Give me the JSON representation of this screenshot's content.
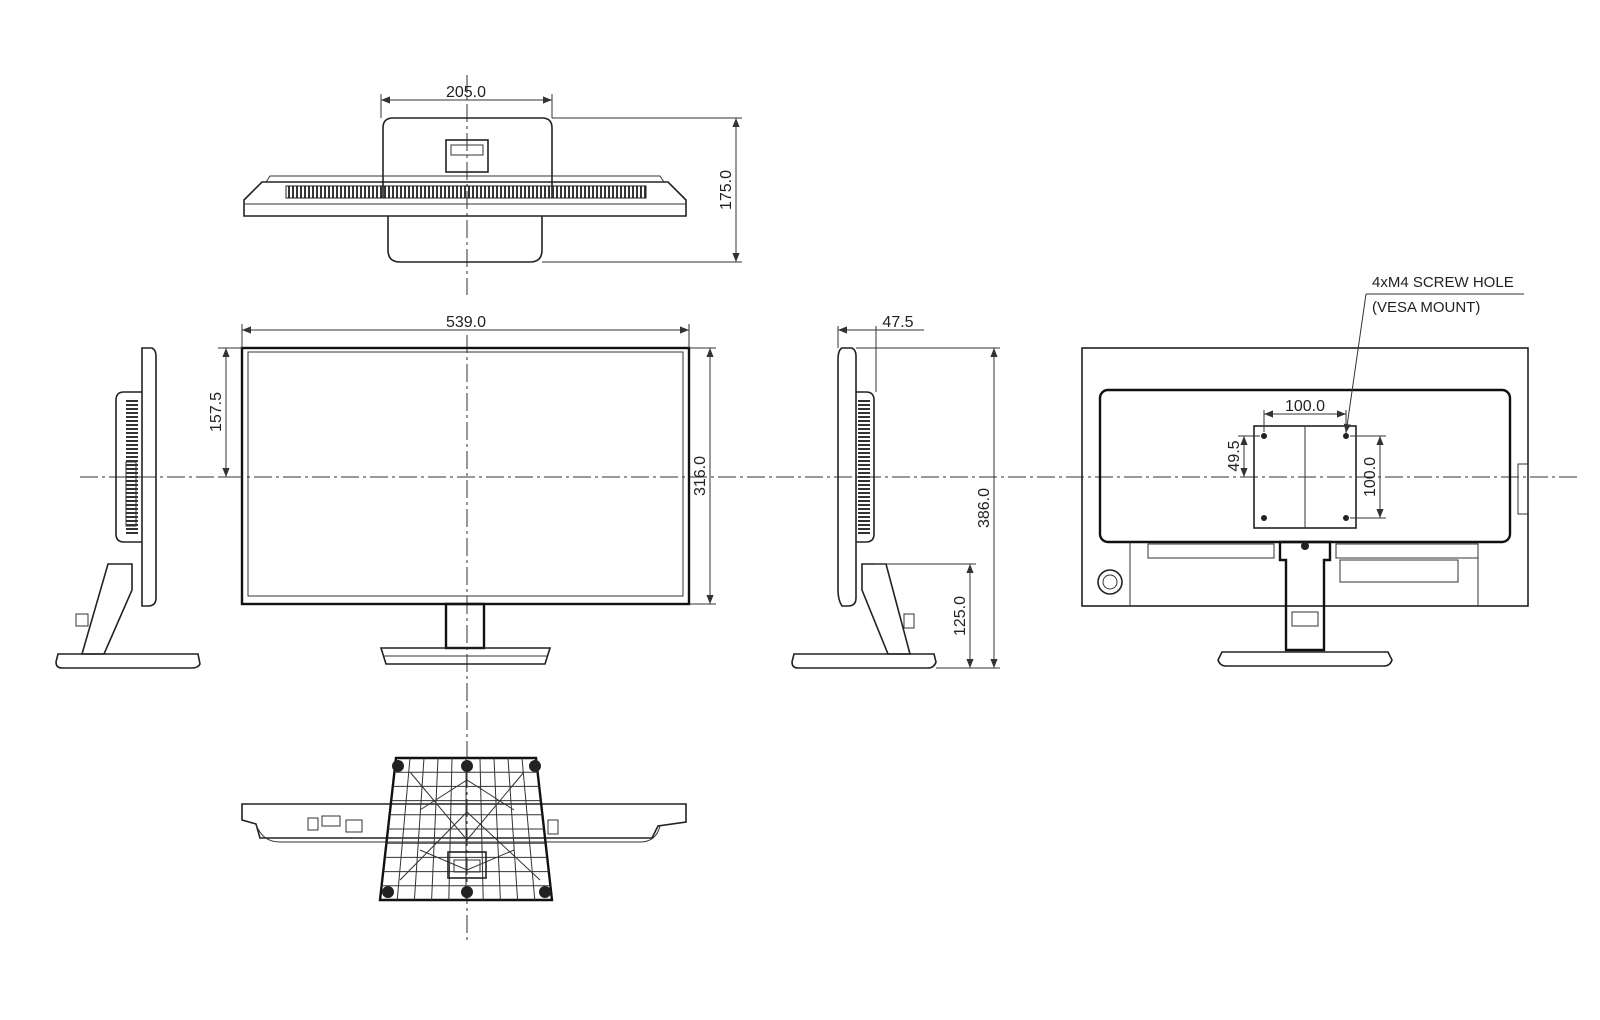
{
  "dimensions": {
    "top_width": "205.0",
    "top_depth": "175.0",
    "front_width": "539.0",
    "front_half_height": "157.5",
    "front_height": "316.0",
    "side_depth": "47.5",
    "total_height": "386.0",
    "stand_height": "125.0",
    "vesa_horizontal": "100.0",
    "vesa_vertical": "100.0",
    "vesa_offset": "49.5"
  },
  "notes": {
    "screw_hole_line1": "4xM4 SCREW HOLE",
    "screw_hole_line2": "(VESA MOUNT)"
  }
}
